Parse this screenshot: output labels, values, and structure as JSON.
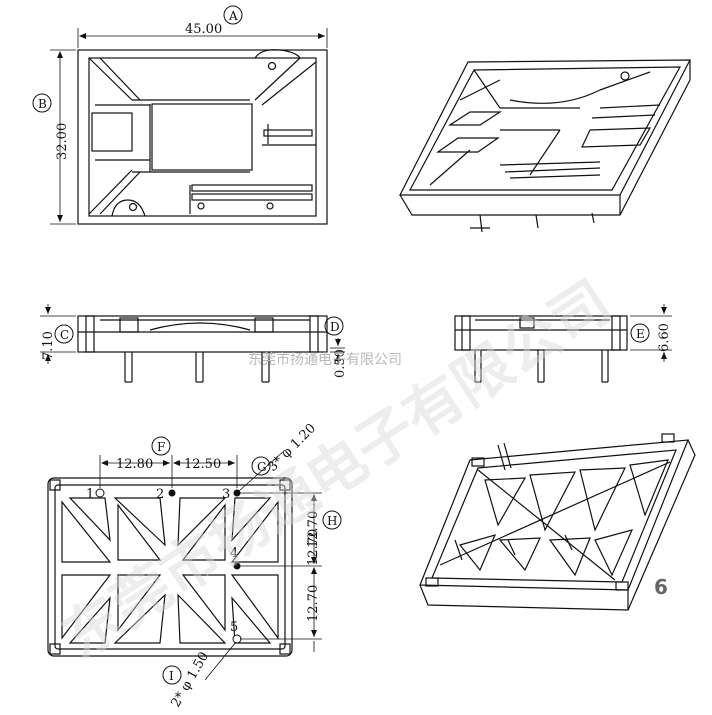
{
  "top_view": {
    "width_dim": "45.00",
    "width_label": "A",
    "height_dim": "32.00",
    "height_label": "B"
  },
  "side_view_left": {
    "height_dim": "7.10",
    "height_label": "C",
    "pin_dim": "0.50",
    "pin_label": "D"
  },
  "side_view_right": {
    "height_dim": "6.60",
    "height_label": "E"
  },
  "bottom_view": {
    "pitch_1_2": "12.80",
    "pitch_2_3": "12.50",
    "pitch_label": "F",
    "hole_dia_3": "3* φ 1.20",
    "hole_label_3": "G",
    "pitch_vertical_1": "12.70",
    "pitch_vertical_2": "12.70",
    "pitch_vertical_3": "12.70",
    "pitch_vertical_label": "H",
    "hole_dia_2": "2* φ 1.50",
    "hole_label_2": "I",
    "pins": [
      "1",
      "2",
      "3",
      "4",
      "5"
    ]
  },
  "watermark_small": "东莞市扬通电子有限公司",
  "watermark_large": "东莞市扬通电子有限公司",
  "figure_number": "6",
  "colors": {
    "line": "#111111",
    "watermark": "#bbbbbb"
  }
}
